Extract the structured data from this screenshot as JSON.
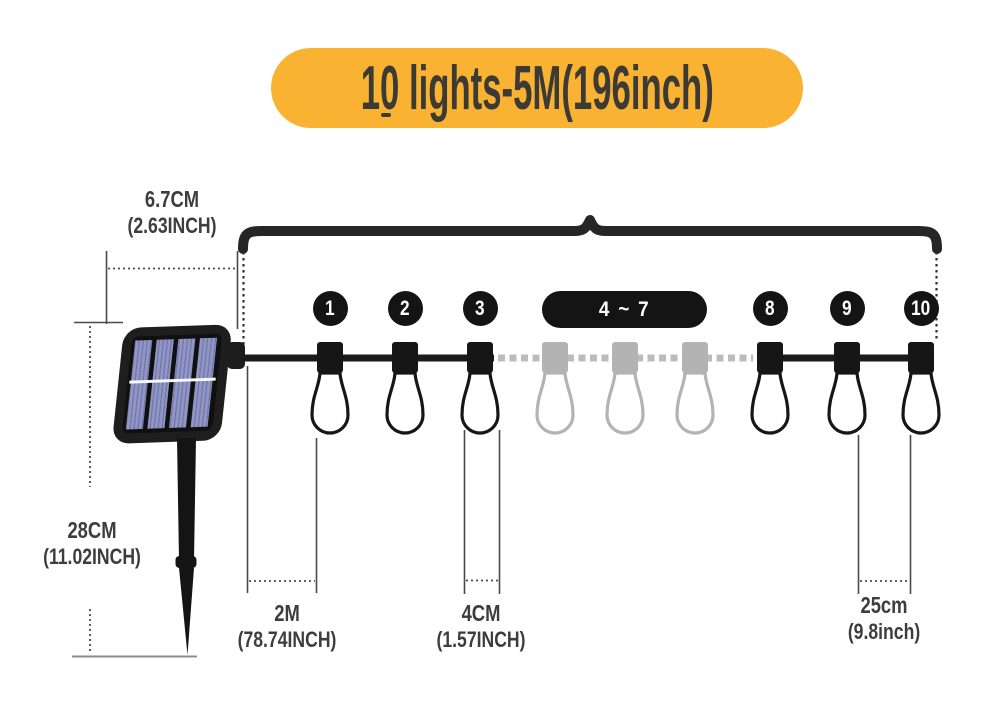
{
  "banner": {
    "label": "10 lights-5M(196inch)",
    "bg": "#F9B231",
    "text_color": "#3B3A35"
  },
  "markers": {
    "m1": "1",
    "m2": "2",
    "m3": "3",
    "m8": "8",
    "m9": "9",
    "m10": "10",
    "pill": "4 ~ 7"
  },
  "dimensions": {
    "panel_width": {
      "value": "6.7CM",
      "inch": "(2.63INCH)"
    },
    "stake_height": {
      "value": "28CM",
      "inch": "(11.02INCH)"
    },
    "lead_wire": {
      "value": "2M",
      "inch": "(78.74INCH)"
    },
    "bulb_width": {
      "value": "4CM",
      "inch": "(1.57INCH)"
    },
    "bulb_spacing": {
      "value": "25cm",
      "inch": "(9.8inch)"
    }
  },
  "colors": {
    "banner_bg": "#F9B231",
    "line_black": "#262626",
    "inactive_gray": "#B3B3B3",
    "solar_cell_blue": "#9397C6"
  }
}
